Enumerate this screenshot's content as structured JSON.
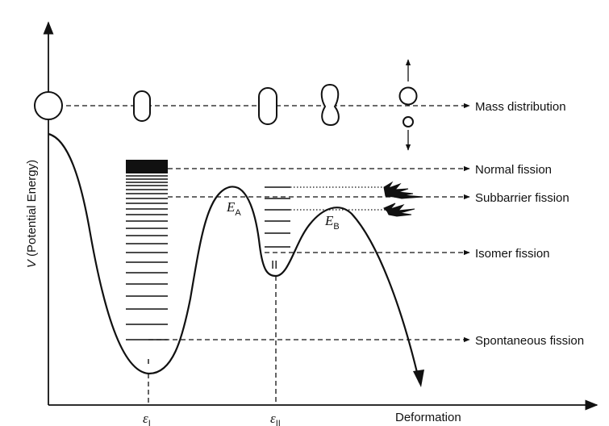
{
  "diagram": {
    "y_axis_label_italic": "V",
    "y_axis_label_rest": " (Potential Energy)",
    "x_axis_label": "Deformation",
    "epsilon_1_symbol": "ε",
    "epsilon_1_sub": "I",
    "epsilon_2_symbol": "ε",
    "epsilon_2_sub": "II",
    "barrier_a_symbol": "E",
    "barrier_a_sub": "A",
    "barrier_b_symbol": "E",
    "barrier_b_sub": "B",
    "well_1_mark": "I",
    "well_2_mark": "II",
    "arrow_labels": {
      "mass_distribution": "Mass distribution",
      "normal_fission": "Normal fission",
      "subbarrier_fission": "Subbarrier fission",
      "isomer_fission": "Isomer fission",
      "spontaneous_fission": "Spontaneous fission"
    }
  }
}
